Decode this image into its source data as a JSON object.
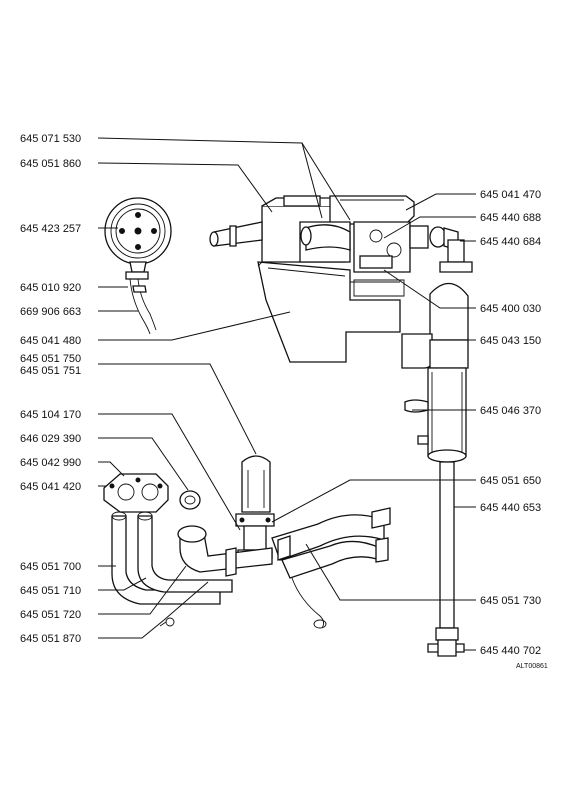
{
  "diagram": {
    "reference_code": "ALT00861",
    "labels_left": [
      "645 071 530",
      "645 051 860",
      "645 423 257",
      "645 010 920",
      "669 906 663",
      "645 041 480",
      "645 051 750",
      "645 051 751",
      "645 104 170",
      "646 029 390",
      "645 042 990",
      "645 041 420",
      "645 051 700",
      "645 051 710",
      "645 051 720",
      "645 051 870"
    ],
    "labels_right": [
      "645 041 470",
      "645 440 688",
      "645 440 684",
      "645 400 030",
      "645 043 150",
      "645 046 370",
      "645 051 650",
      "645 440 653",
      "645 051 730",
      "645 440 702"
    ]
  }
}
